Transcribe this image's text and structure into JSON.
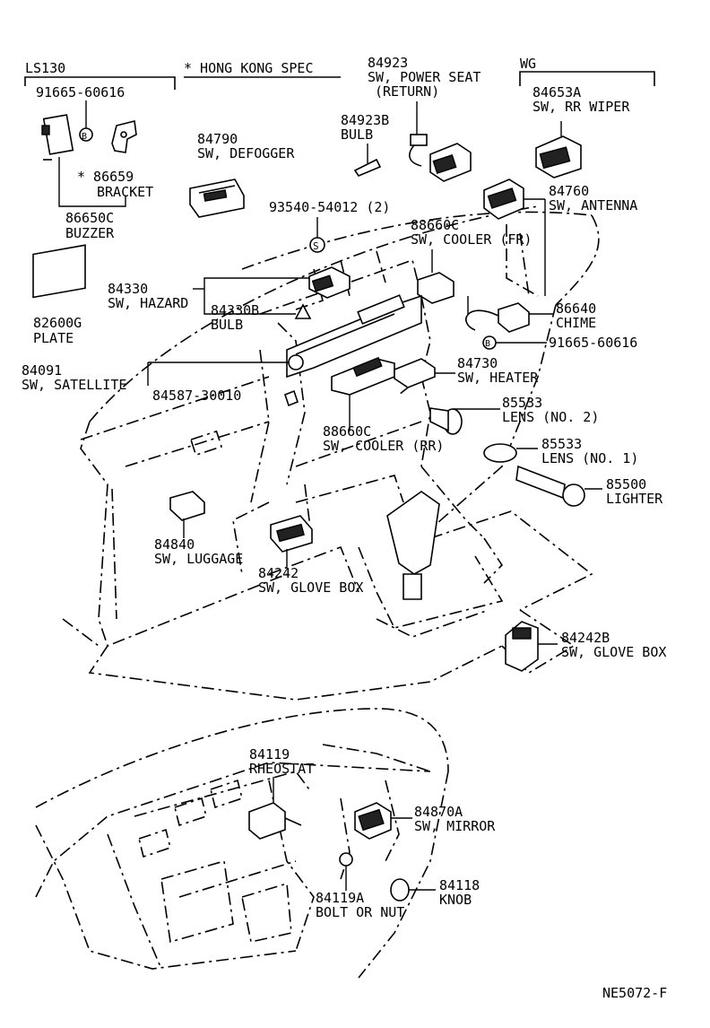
{
  "labels": {
    "ls130": "LS130",
    "hong_kong": "* HONG KONG SPEC",
    "wg": "WG",
    "p91665_top": "91665-60616",
    "p86659_no": "* 86659",
    "p86659_name": "BRACKET",
    "p86650c_no": "86650C",
    "p86650c_name": "BUZZER",
    "p82600g_no": "82600G",
    "p82600g_name": "PLATE",
    "p84790_no": "84790",
    "p84790_name": "SW, DEFOGGER",
    "p84923_no": "84923",
    "p84923_name": "SW, POWER SEAT",
    "p84923_sub": "(RETURN)",
    "p84923b_no": "84923B",
    "p84923b_name": "BULB",
    "p84653a_no": "84653A",
    "p84653a_name": "SW, RR WIPER",
    "p93540_no": "93540-54012 (2)",
    "p84760_no": "84760",
    "p84760_name": "SW, ANTENNA",
    "p88660c_fr_no": "88660C",
    "p88660c_fr_name": "SW, COOLER (FR)",
    "p84330_no": "84330",
    "p84330_name": "SW, HAZARD",
    "p84330b_no": "84330B",
    "p84330b_name": "BULB",
    "p86640_no": "86640",
    "p86640_name": "CHIME",
    "p91665_mid": "91665-60616",
    "p84091_no": "84091",
    "p84091_name": "SW, SATELLITE",
    "p84587_no": "84587-30010",
    "p84730_no": "84730",
    "p84730_name": "SW, HEATER",
    "p85533_2_no": "85533",
    "p85533_2_name": "LENS (NO. 2)",
    "p88660c_rr_no": "88660C",
    "p88660c_rr_name": "SW, COOLER (RR)",
    "p85533_1_no": "85533",
    "p85533_1_name": "LENS (NO. 1)",
    "p85500_no": "85500",
    "p85500_name": "LIGHTER",
    "p84840_no": "84840",
    "p84840_name": "SW, LUGGAGE",
    "p84242_no": "84242",
    "p84242_name": "SW, GLOVE BOX",
    "p84242b_no": "84242B",
    "p84242b_name": "SW, GLOVE BOX",
    "p84119_no": "84119",
    "p84119_name": "RHEOSTAT",
    "p84870a_no": "84870A",
    "p84870a_name": "SW, MIRROR",
    "p84119a_no": "84119A",
    "p84119a_name": "BOLT OR NUT",
    "p84118_no": "84118",
    "p84118_name": "KNOB",
    "footer_code": "NE5072-F"
  },
  "symbols": {
    "s_marker": "S",
    "b_marker_top": "B",
    "b_marker_mid": "B"
  }
}
